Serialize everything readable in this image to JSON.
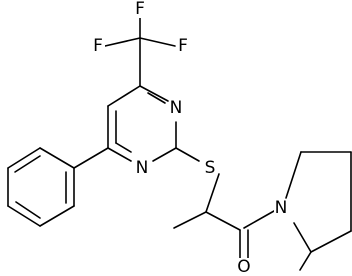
{
  "structure": {
    "atoms": {
      "fluorine_top": "F",
      "fluorine_left": "F",
      "fluorine_right": "F",
      "ring_nitrogen_upper": "N",
      "ring_nitrogen_lower": "N",
      "sulfur": "S",
      "amide_nitrogen": "N",
      "carbonyl_oxygen": "O"
    }
  }
}
